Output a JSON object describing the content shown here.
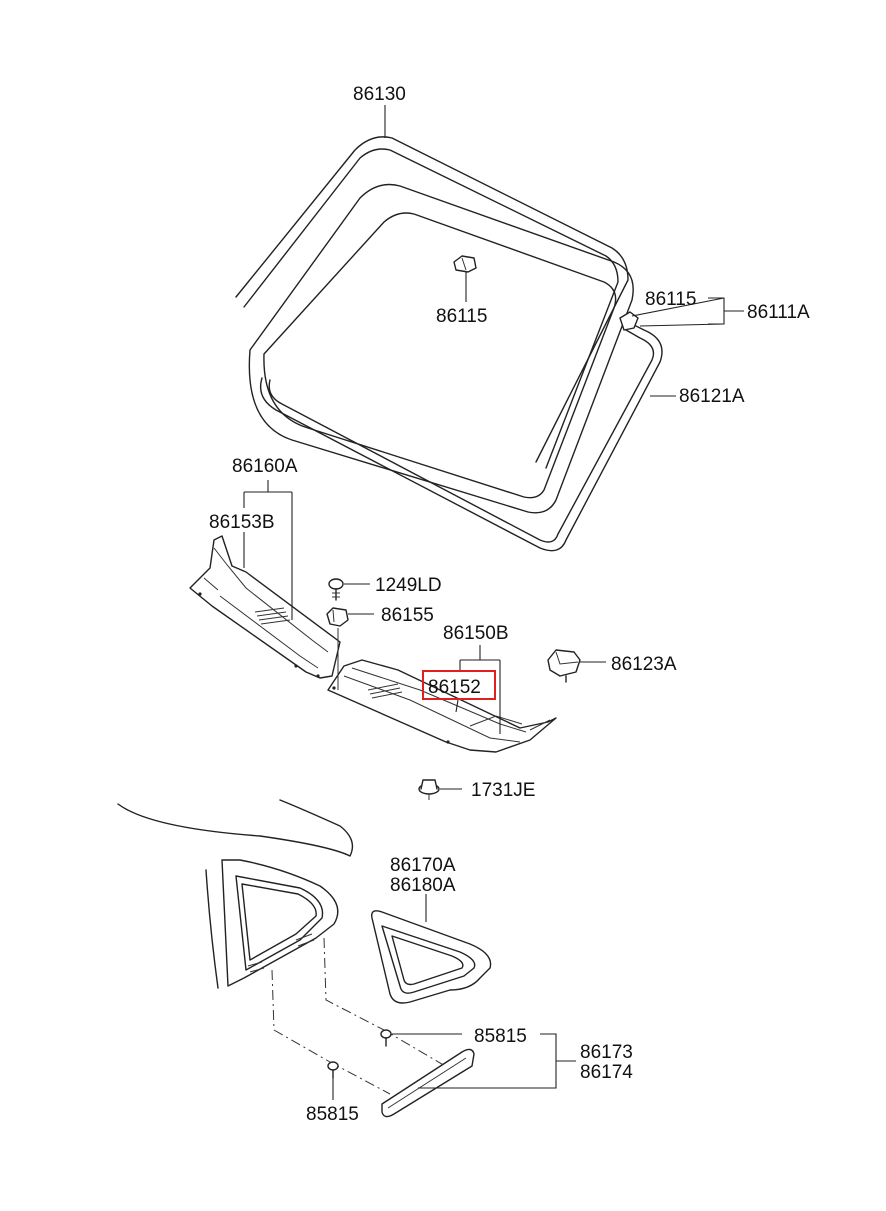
{
  "labels": {
    "p86130": "86130",
    "p86115_center": "86115",
    "p86115_right": "86115",
    "p86111A": "86111A",
    "p86121A": "86121A",
    "p86160A": "86160A",
    "p86153B": "86153B",
    "p1249LD": "1249LD",
    "p86155": "86155",
    "p86150B": "86150B",
    "p86152": "86152",
    "p86123A": "86123A",
    "p1731JE": "1731JE",
    "p86170A": "86170A",
    "p86180A": "86180A",
    "p85815_right": "85815",
    "p85815_bottom": "85815",
    "p86173": "86173",
    "p86174": "86174"
  },
  "highlight": {
    "part": "86152",
    "color": "#e0201c"
  }
}
